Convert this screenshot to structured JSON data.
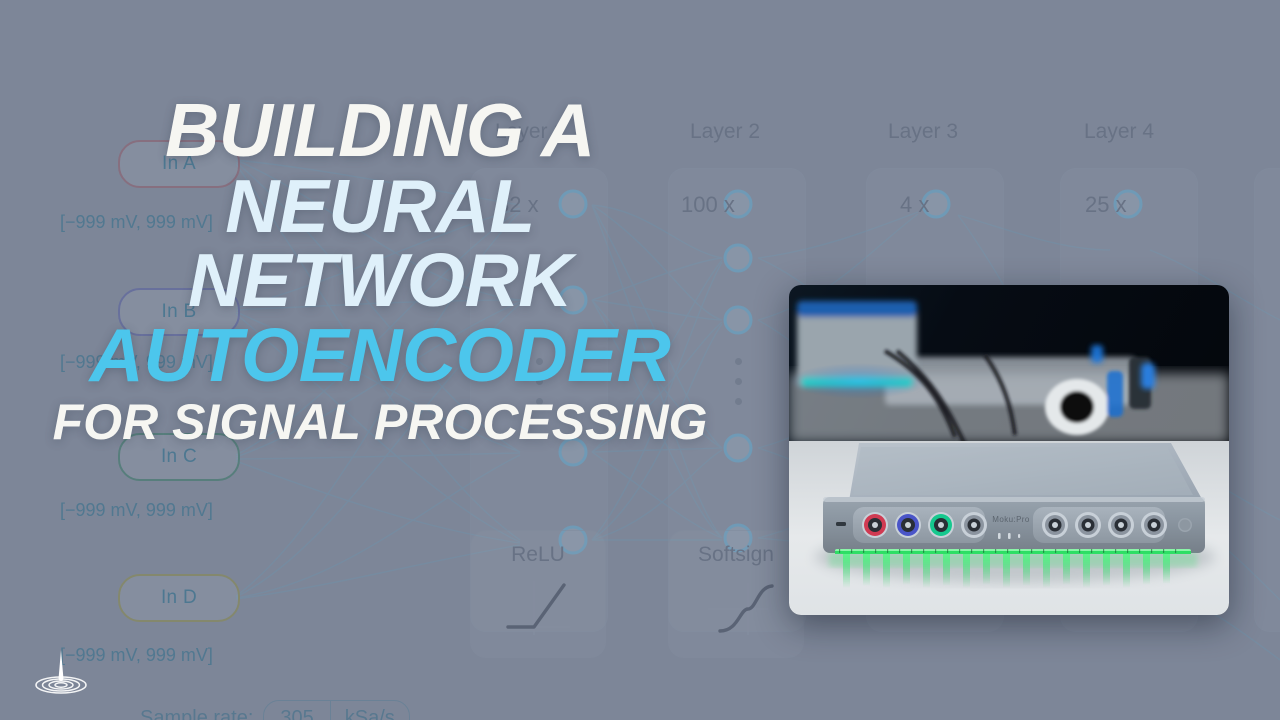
{
  "meta": {
    "background_color": "#7d8698",
    "accent_cyan": "#4cc6ec",
    "title_white": "#f6f6f2",
    "title_pale_blue": "#dff0fa"
  },
  "title": {
    "line1": "BUILDING A",
    "line2": "NEURAL",
    "line3": "NETWORK",
    "line4": "AUTOENCODER",
    "line5": "FOR SIGNAL PROCESSING"
  },
  "app": {
    "inputs": [
      {
        "label": "In A",
        "range": "[−999 mV, 999 mV]",
        "color": "#8f6070"
      },
      {
        "label": "In B",
        "range": "[−999 mV, 999 mV]",
        "color": "#5b63a0"
      },
      {
        "label": "In C",
        "range": "[−999 mV, 999 mV]",
        "color": "#3f7a6a"
      },
      {
        "label": "In D",
        "range": "[−999 mV, 999 mV]",
        "color": "#8a8a52"
      }
    ],
    "layers": [
      {
        "title": "Layer 1",
        "multiplier": "32 x",
        "activation": "ReLU",
        "activation_icon": "relu-plot-icon"
      },
      {
        "title": "Layer 2",
        "multiplier": "100 x",
        "activation": "Softsign",
        "activation_icon": "softsign-plot-icon"
      },
      {
        "title": "Layer 3",
        "multiplier": "4 x",
        "activation": "",
        "activation_icon": ""
      },
      {
        "title": "Layer 4",
        "multiplier": "25 x",
        "activation": "",
        "activation_icon": ""
      }
    ],
    "sample_rate": {
      "label": "Sample rate:",
      "value": "305",
      "unit": "kSa/s"
    }
  },
  "photo": {
    "device_name": "Moku:Pro",
    "alt": "Moku:Pro benchtop instrument with green LED strip on a lab desk",
    "led_color": "#3ef06a",
    "bnc_colors": [
      "#d03a52",
      "#4a55c8",
      "#16c88e",
      "#8b949f",
      "#8b949f",
      "#8b949f",
      "#8b949f",
      "#8b949f"
    ]
  },
  "logo": {
    "name": "liquid-instruments-droplet-logo"
  }
}
